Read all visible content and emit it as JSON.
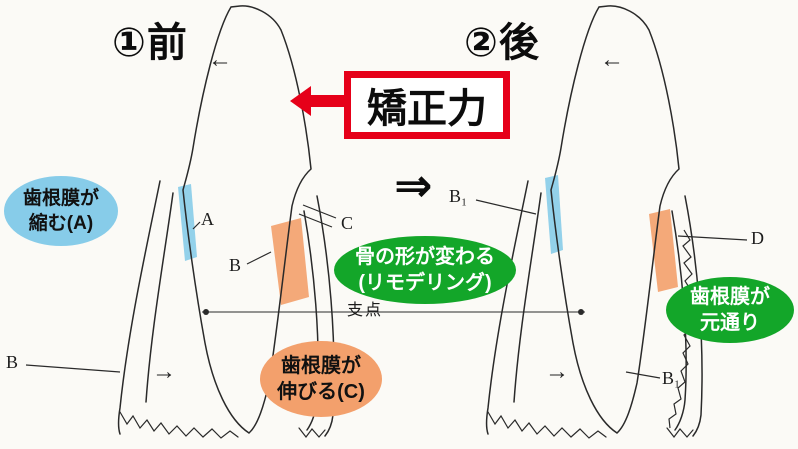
{
  "titles": {
    "before": "①前",
    "after": "②後"
  },
  "force_box": {
    "label": "矯正力"
  },
  "transition_arrow": "⇒",
  "bubbles": {
    "pdl_compress": {
      "line1": "歯根膜が",
      "line2": "縮む(A)",
      "bg": "#87cce9",
      "text_color": "#111111"
    },
    "remodeling": {
      "line1": "骨の形が変わる",
      "line2": "(リモデリング)",
      "bg": "#13a629",
      "text_color": "#ffffff"
    },
    "pdl_stretch": {
      "line1": "歯根膜が",
      "line2": "伸びる(C)",
      "bg": "#f3a06c",
      "text_color": "#111111"
    },
    "pdl_restored": {
      "line1": "歯根膜が",
      "line2": "元通り",
      "bg": "#13a629",
      "text_color": "#ffffff"
    }
  },
  "diagram_labels": {
    "left_tooth": {
      "a": "A",
      "b_mid": "B",
      "c": "C",
      "b_bottom": "B",
      "fulcrum": "支点"
    },
    "right_tooth": {
      "b1_top": "B₁",
      "d": "D",
      "b1_bottom": "B₁"
    }
  },
  "glyphs": {
    "arrow_left": "←",
    "arrow_right": "→"
  },
  "colors": {
    "force_red": "#e60019",
    "highlight_blue": "#87cce9",
    "highlight_orange": "#f3a06c",
    "label_green": "#13a629",
    "ink": "#222222",
    "paper": "#fbfaf6"
  }
}
